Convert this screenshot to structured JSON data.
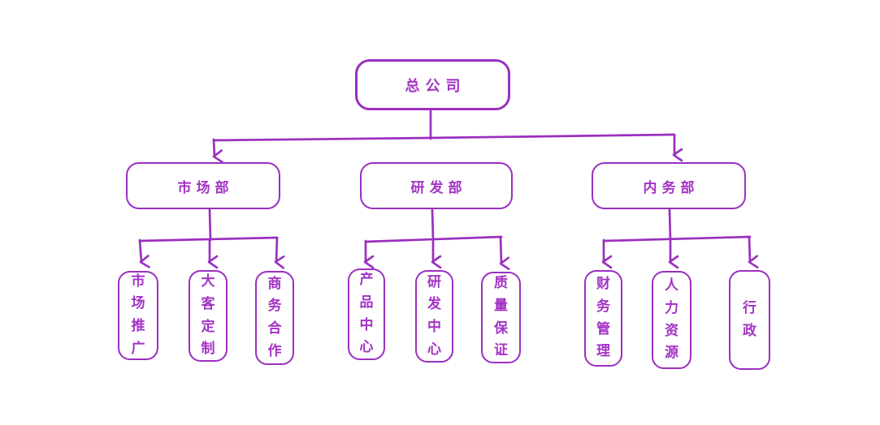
{
  "diagram": {
    "type": "org-chart",
    "style": "hand-drawn",
    "background": "#ffffff",
    "stroke_color": "#9b2fc0",
    "text_color": "#a233c4",
    "root": {
      "label": "总公司"
    },
    "departments": [
      {
        "label": "市场部",
        "children": [
          {
            "label": "市场推广"
          },
          {
            "label": "大客定制"
          },
          {
            "label": "商务合作"
          }
        ]
      },
      {
        "label": "研发部",
        "children": [
          {
            "label": "产品中心"
          },
          {
            "label": "研发中心"
          },
          {
            "label": "质量保证"
          }
        ]
      },
      {
        "label": "内务部",
        "children": [
          {
            "label": "财务管理"
          },
          {
            "label": "人力资源"
          },
          {
            "label": "行政"
          }
        ]
      }
    ]
  }
}
